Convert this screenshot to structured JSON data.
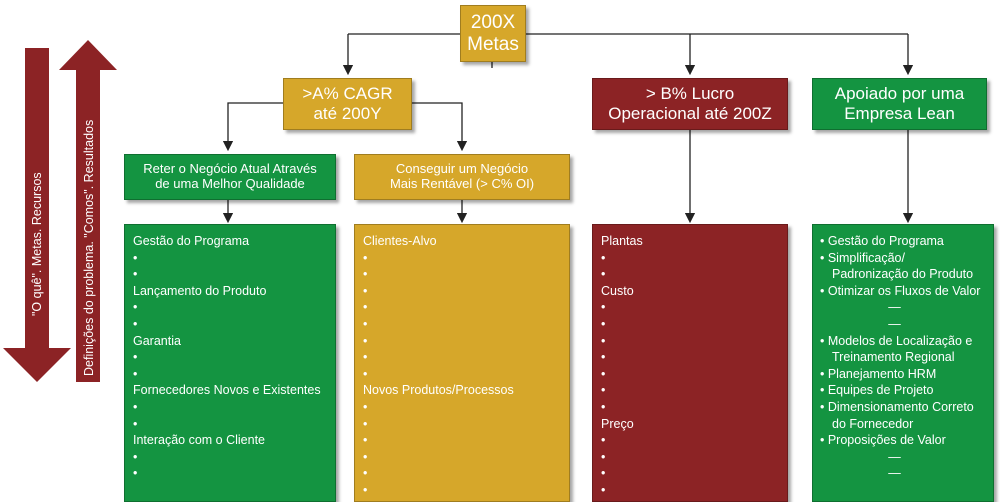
{
  "top_box": {
    "line1": "200X",
    "line2": "Metas"
  },
  "goals": {
    "cagr": {
      "line1": ">A% CAGR",
      "line2": "até 200Y"
    },
    "lucro": {
      "line1": "> B% Lucro",
      "line2": "Operacional até 200Z"
    },
    "lean": {
      "line1": "Apoiado por uma",
      "line2": "Empresa Lean"
    }
  },
  "subgoals": {
    "reter": {
      "line1": "Reter o Negócio Atual Através",
      "line2": "de uma Melhor Qualidade"
    },
    "conseguir": {
      "line1": "Conseguir um Negócio",
      "line2": "Mais Rentável (> C% OI)"
    }
  },
  "panels": {
    "reter": [
      "Gestão do Programa",
      "•",
      "•",
      "Lançamento do Produto",
      "•",
      "•",
      "Garantia",
      "•",
      "•",
      "Fornecedores Novos e Existentes",
      "•",
      "•",
      "Interação com o Cliente",
      "•",
      "•"
    ],
    "conseguir": [
      "Clientes-Alvo",
      "•",
      "•",
      "•",
      "•",
      "•",
      "•",
      "•",
      "•",
      "Novos Produtos/Processos",
      "•",
      "•",
      "•",
      "•",
      "•",
      "•"
    ],
    "lucro": [
      "Plantas",
      "•",
      "•",
      "Custo",
      "•",
      "•",
      "•",
      "•",
      "•",
      "•",
      "•",
      "Preço",
      "•",
      "•",
      "•",
      "•"
    ],
    "lean": [
      "• Gestão do Programa",
      "• Simplificação/",
      "Padronização do Produto",
      "• Otimizar os Fluxos de Valor",
      "—",
      "—",
      "• Modelos de Localização e",
      "Treinamento Regional",
      "• Planejamento HRM",
      "• Equipes de Projeto",
      "• Dimensionamento Correto",
      "do Fornecedor",
      "• Proposições de Valor",
      "—",
      "—"
    ]
  },
  "side_arrows": {
    "down": "\"O quê\". Metas. Recursos",
    "up": "Definições do problema. \"Comos\". Resultados"
  },
  "colors": {
    "gold": "#d6a72a",
    "red": "#8c2325",
    "green": "#149441"
  }
}
